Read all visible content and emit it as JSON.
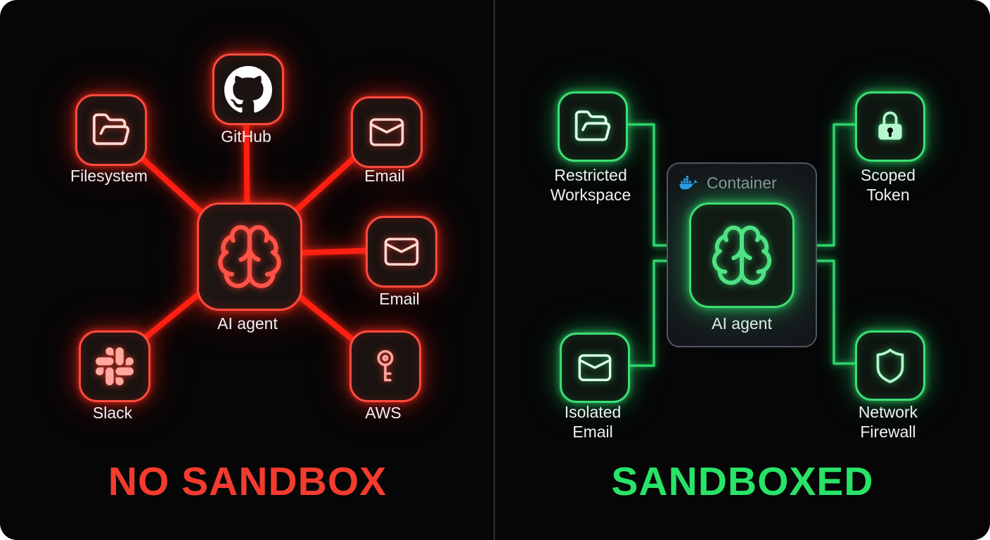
{
  "left_panel": {
    "title": "NO SANDBOX",
    "accent_color": "#ff2b1f",
    "agent": {
      "label": "AI agent",
      "icon": "brain-icon"
    },
    "nodes": [
      {
        "label": "Filesystem",
        "icon": "folder-open-icon"
      },
      {
        "label": "GitHub",
        "icon": "github-icon"
      },
      {
        "label": "Email",
        "icon": "envelope-icon"
      },
      {
        "label": "Email",
        "icon": "envelope-icon"
      },
      {
        "label": "Slack",
        "icon": "slack-icon"
      },
      {
        "label": "AWS",
        "icon": "key-icon"
      }
    ]
  },
  "right_panel": {
    "title": "SANDBOXED",
    "accent_color": "#2bdf6c",
    "container": {
      "label": "Container",
      "icon": "docker-whale-icon",
      "icon_color": "#2496ED"
    },
    "agent": {
      "label": "AI agent",
      "icon": "brain-icon"
    },
    "nodes": [
      {
        "label": "Restricted Workspace",
        "icon": "folder-open-icon"
      },
      {
        "label": "Scoped Token",
        "icon": "lock-icon"
      },
      {
        "label": "Isolated Email",
        "icon": "envelope-icon"
      },
      {
        "label": "Network Firewall",
        "icon": "shield-icon"
      }
    ]
  }
}
